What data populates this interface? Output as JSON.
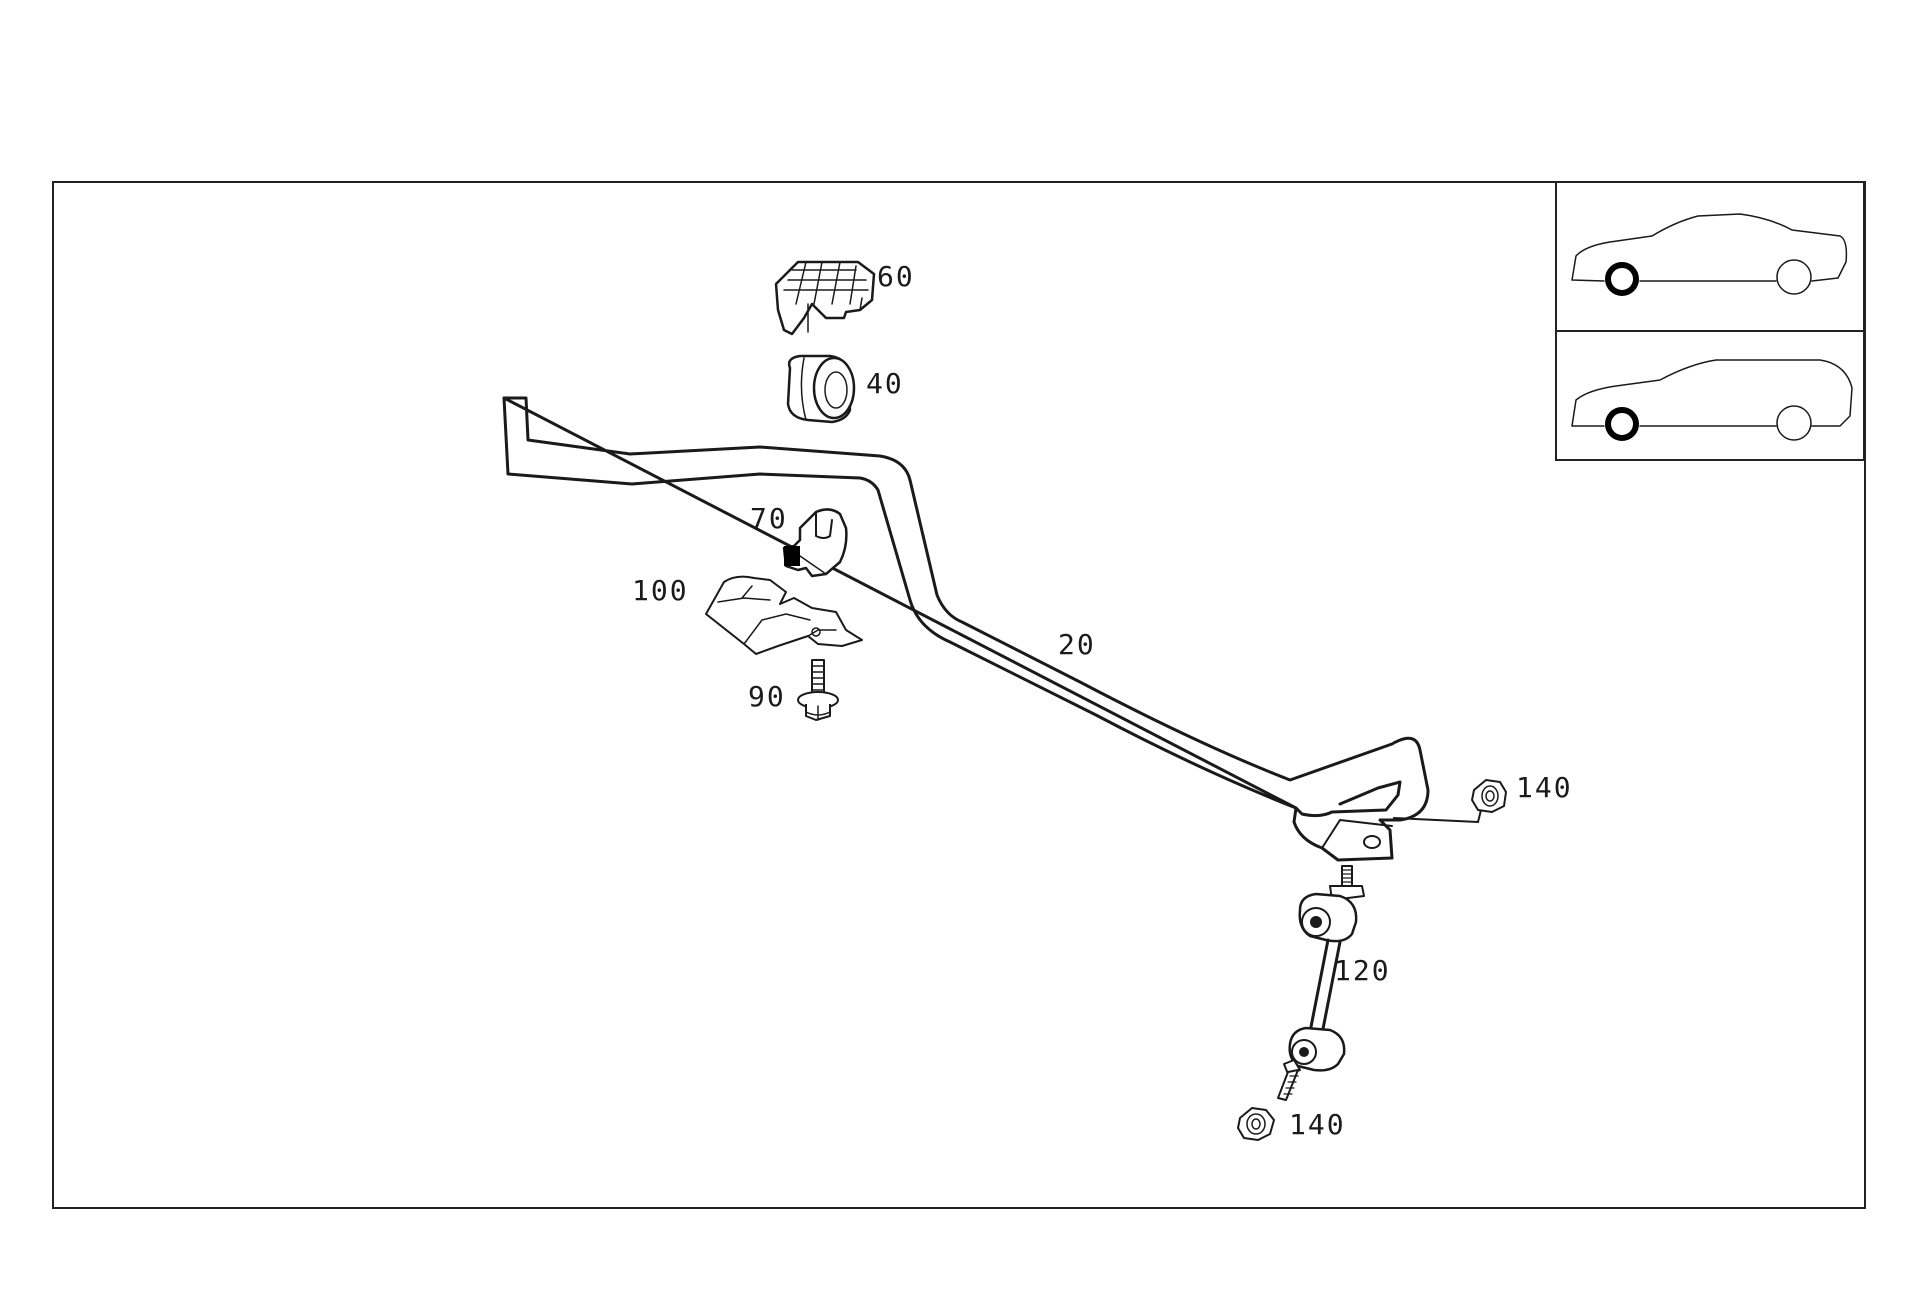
{
  "diagram": {
    "parts": [
      {
        "id": "stabilizer-bar",
        "label": "20"
      },
      {
        "id": "bushing",
        "label": "40"
      },
      {
        "id": "bushing-bracket",
        "label": "60"
      },
      {
        "id": "clamp",
        "label": "70"
      },
      {
        "id": "bolt",
        "label": "90"
      },
      {
        "id": "shield-plate",
        "label": "100"
      },
      {
        "id": "stabilizer-link",
        "label": "120"
      },
      {
        "id": "nut-upper",
        "label": "140"
      },
      {
        "id": "nut-lower",
        "label": "140"
      }
    ],
    "vehicle_variants": [
      {
        "id": "sedan",
        "highlighted_wheel": "front"
      },
      {
        "id": "estate",
        "highlighted_wheel": "front"
      }
    ]
  }
}
